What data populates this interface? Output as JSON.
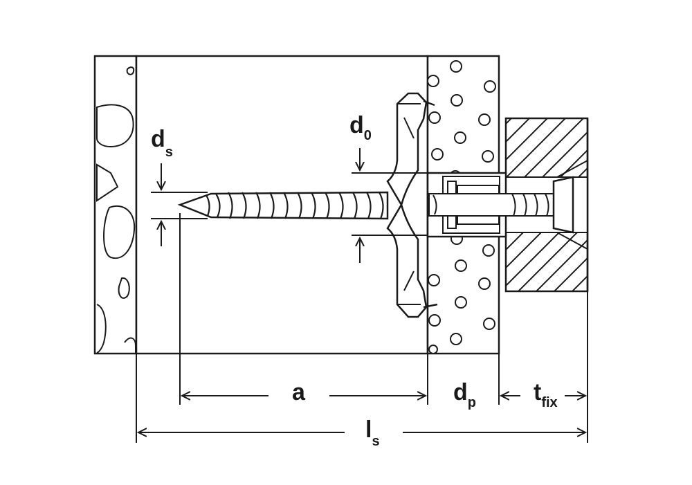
{
  "diagram": {
    "labels": {
      "ds_main": "d",
      "ds_sub": "s",
      "d0_main": "d",
      "d0_sub": "0",
      "a": "a",
      "dp_main": "d",
      "dp_sub": "p",
      "tfix_main": "t",
      "tfix_sub": "fix",
      "ls_main": "l",
      "ls_sub": "s"
    },
    "colors": {
      "line": "#1a1a1a",
      "fill": "#ffffff"
    }
  }
}
